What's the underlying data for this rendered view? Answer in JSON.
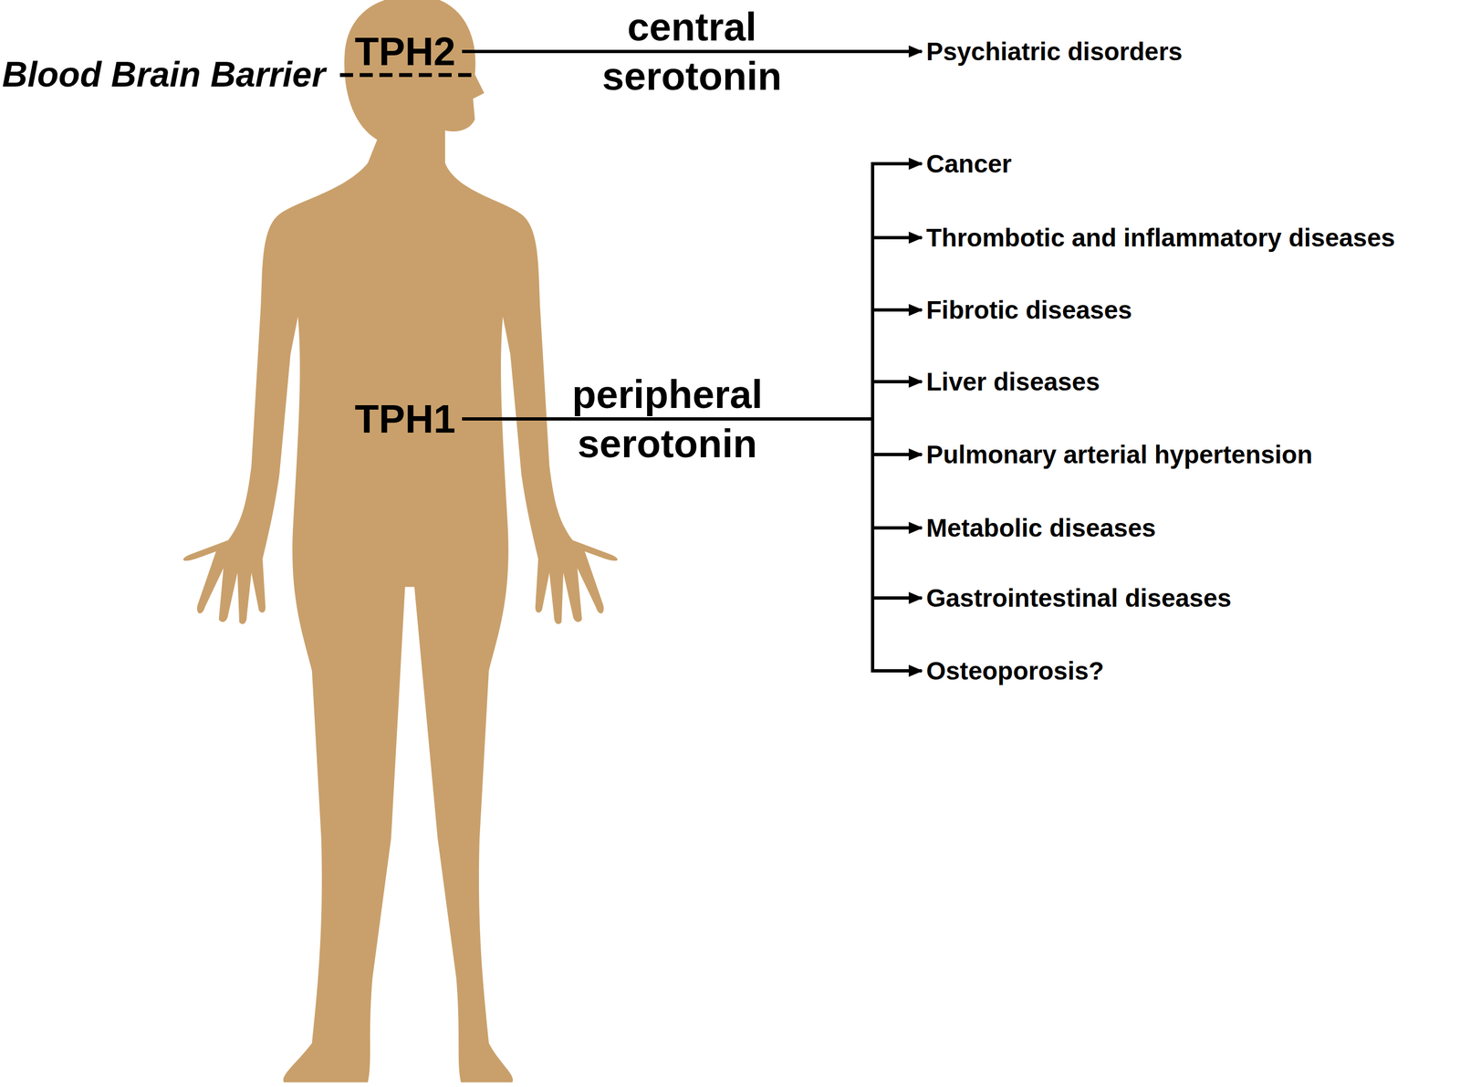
{
  "diagram": {
    "nodes": [
      {
        "text": [
          "TPH2"
        ]
      },
      {
        "text": [
          "Psychiatric disorders"
        ]
      },
      {
        "text": [
          "TPH1"
        ]
      },
      {
        "text": [
          "Cancer"
        ]
      },
      {
        "text": [
          "Thrombotic and inflammatory diseases"
        ]
      },
      {
        "text": [
          "Fibrotic diseases"
        ]
      },
      {
        "text": [
          "Liver diseases"
        ]
      },
      {
        "text": [
          "Pulmonary arterial hypertension"
        ]
      },
      {
        "text": [
          "Metabolic diseases"
        ]
      },
      {
        "text": [
          "Gastrointestinal diseases"
        ]
      },
      {
        "text": [
          "Osteoporosis?"
        ]
      }
    ],
    "edges": [
      {
        "from": 0,
        "to": 1,
        "label": "central serotonin",
        "arrow": "to"
      },
      {
        "from": 2,
        "to": 3,
        "label": "peripheral serotonin",
        "arrow": "to"
      },
      {
        "from": 2,
        "to": 4,
        "arrow": "to"
      },
      {
        "from": 2,
        "to": 5,
        "arrow": "to"
      },
      {
        "from": 2,
        "to": 6,
        "arrow": "to"
      },
      {
        "from": 2,
        "to": 7,
        "arrow": "to"
      },
      {
        "from": 2,
        "to": 8,
        "arrow": "to"
      },
      {
        "from": 2,
        "to": 9,
        "arrow": "to"
      },
      {
        "from": 2,
        "to": 10,
        "arrow": "to"
      }
    ],
    "labels": [
      "Blood Brain Barrier"
    ]
  }
}
